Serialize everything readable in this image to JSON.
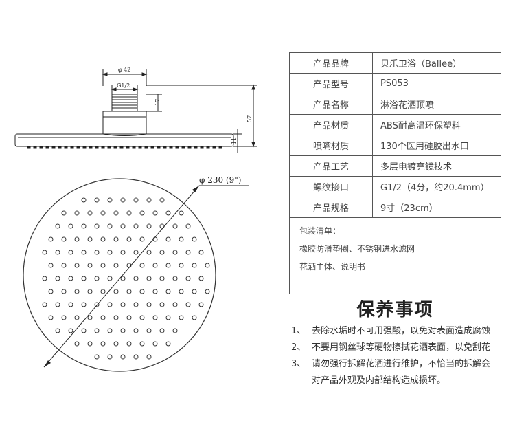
{
  "drawing": {
    "dim_top_width": "φ 42",
    "dim_thread": "G1/2",
    "dim_neck_height": "17",
    "dim_total_height": "57",
    "dim_plate_thickness": "11",
    "dim_diameter": "φ 230 (9\")"
  },
  "specs": [
    {
      "label": "产品品牌",
      "value": "贝乐卫浴（Ballee）"
    },
    {
      "label": "产品型号",
      "value": "PS053"
    },
    {
      "label": "产品名称",
      "value": "淋浴花洒顶喷"
    },
    {
      "label": "产品材质",
      "value": "ABS耐高温环保塑料"
    },
    {
      "label": "喷嘴材质",
      "value": "130个医用硅胶出水口"
    },
    {
      "label": "产品工艺",
      "value": "多层电镀亮镜技术"
    },
    {
      "label": "螺纹接口",
      "value": "G1/2（4分，约20.4mm）"
    },
    {
      "label": "产品规格",
      "value": "9寸（23cm）"
    }
  ],
  "packing": {
    "title": "包装清单：",
    "line1": "橡胶防滑垫圈、不锈钢进水滤网",
    "line2": "花洒主体、说明书"
  },
  "care": {
    "title": "保养事项",
    "items": [
      {
        "num": "1、",
        "text": "去除水垢时不可用强酸，以免对表面造成腐蚀"
      },
      {
        "num": "2、",
        "text": "不要用钢丝球等硬物擦拭花洒表面，以免刮花"
      },
      {
        "num": "3、",
        "text": "请勿强行拆解花洒进行维护，不恰当的拆解会"
      }
    ],
    "item3_cont": "对产品外观及内部结构造成损坏。"
  }
}
